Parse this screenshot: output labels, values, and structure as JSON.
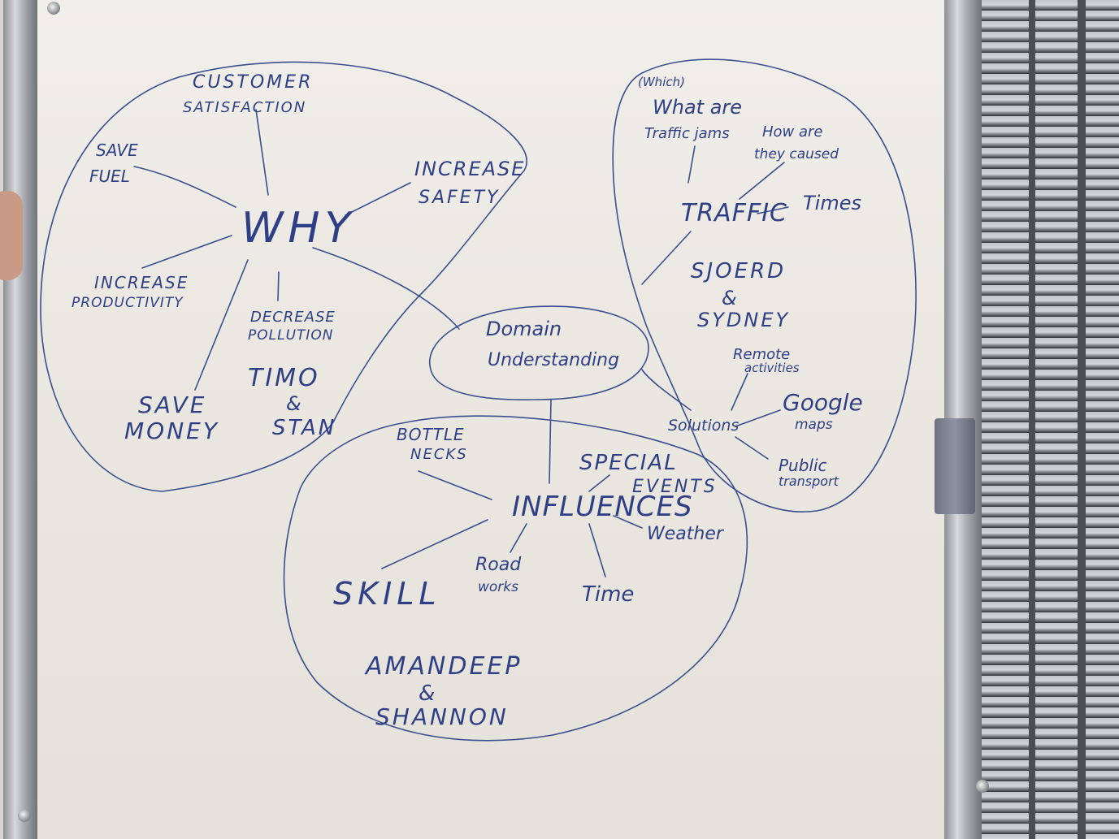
{
  "why_cluster": {
    "center": "WHY",
    "customer_line1": "CUSTOMER",
    "customer_line2": "SATISFACTION",
    "save_fuel_line1": "SAVE",
    "save_fuel_line2": "FUEL",
    "increase_safety_line1": "INCREASE",
    "increase_safety_line2": "SAFETY",
    "increase_productivity_line1": "INCREASE",
    "increase_productivity_line2": "PRODUCTIVITY",
    "decrease_pollution_line1": "DECREASE",
    "decrease_pollution_line2": "POLLUTION",
    "save_money_line1": "SAVE",
    "save_money_line2": "MONEY",
    "names_line1": "TIMO",
    "names_line2": "&",
    "names_line3": "STAN"
  },
  "domain": {
    "line1": "Domain",
    "line2": "Understanding"
  },
  "traffic_cluster": {
    "which": "(Which)",
    "what_are": "What are",
    "traffic_jams": "Traffic jams",
    "how_are": "How are",
    "they_caused": "they caused",
    "traffic": "TRAFFIC",
    "times": "Times",
    "names_line1": "SJOERD",
    "names_line2": "&",
    "names_line3": "SYDNEY",
    "remote": "Remote",
    "activities": "activities",
    "solutions": "Solutions",
    "google": "Google",
    "maps": "maps",
    "public": "Public",
    "transport": "transport"
  },
  "influences_cluster": {
    "center": "INFLUENCES",
    "bottle": "BOTTLE",
    "necks": "NECKS",
    "special": "SPECIAL",
    "events": "EVENTS",
    "weather": "Weather",
    "skill": "SKILL",
    "road": "Road",
    "works": "works",
    "time": "Time",
    "names_line1": "AMANDEEP",
    "names_line2": "&",
    "names_line3": "SHANNON"
  },
  "colors": {
    "ink": "#2f3f85",
    "board": "#efece6"
  }
}
